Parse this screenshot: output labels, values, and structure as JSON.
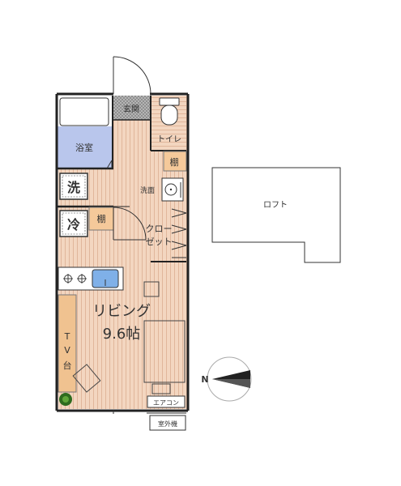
{
  "rooms": {
    "entrance": "玄関",
    "toilet": "トイレ",
    "bath": "浴室",
    "shelf_upper": "棚",
    "washroom": "洗面",
    "washer": "洗",
    "fridge": "冷",
    "shelf_lower": "棚",
    "closet_line1": "クロー",
    "closet_line2": "ゼット",
    "living_line1": "リビング",
    "living_line2": "9.6帖",
    "tv_char1": "T",
    "tv_char2": "V",
    "tv_char3": "台",
    "aircon": "エアコン",
    "outdoor_unit": "室外機",
    "loft": "ロフト"
  },
  "compass": {
    "north_letter": "N"
  },
  "colors": {
    "floor": "#f3d6c0",
    "floor_line": "#d9a98c",
    "bath": "#b9c6ec",
    "entrance": "#bdbdbd",
    "shelf": "#f5c99a",
    "tv_stand": "#f0c290",
    "wall": "#222222"
  }
}
